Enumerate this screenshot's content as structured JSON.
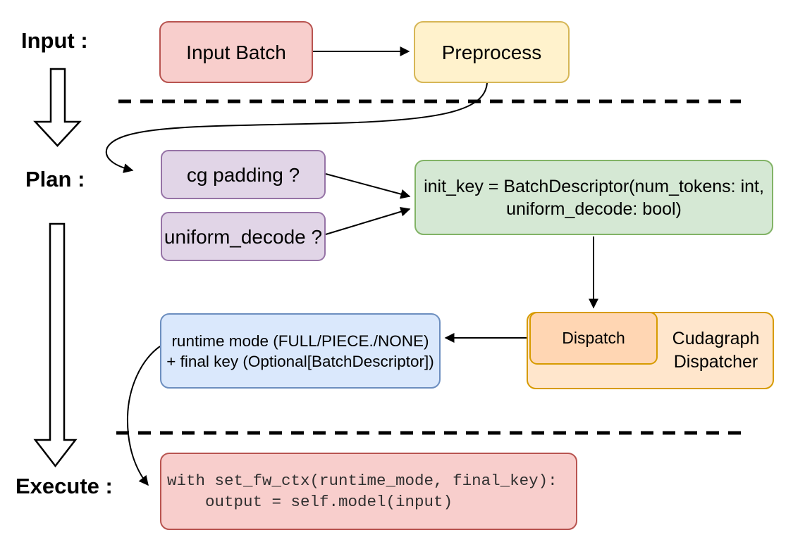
{
  "diagram": {
    "stages": {
      "input_label": "Input :",
      "plan_label": "Plan :",
      "execute_label": "Execute :"
    },
    "nodes": {
      "input_batch": {
        "label": "Input Batch",
        "fill": "#f8cecc",
        "stroke": "#b85450"
      },
      "preprocess": {
        "label": "Preprocess",
        "fill": "#fff2cc",
        "stroke": "#d6b656"
      },
      "cg_padding": {
        "label": "cg padding ?",
        "fill": "#e1d5e7",
        "stroke": "#9673a6"
      },
      "uniform_decode": {
        "label": "uniform_decode ?",
        "fill": "#e1d5e7",
        "stroke": "#9673a6"
      },
      "init_key": {
        "line1": "init_key = BatchDescriptor(num_tokens: int,",
        "line2": "uniform_decode: bool)",
        "fill": "#d5e8d4",
        "stroke": "#82b366"
      },
      "runtime_mode": {
        "line1": "runtime mode (FULL/PIECE./NONE)",
        "line2": "+ final key (Optional[BatchDescriptor])",
        "fill": "#dae8fc",
        "stroke": "#6c8ebf"
      },
      "dispatch": {
        "label": "Dispatch",
        "fill": "#ffd6b3",
        "stroke": "#d79b00"
      },
      "cudagraph_dispatcher": {
        "line1": "Cudagraph",
        "line2": "Dispatcher",
        "fill": "#ffe6cc",
        "stroke": "#d79b00"
      },
      "execute_code": {
        "line1": "with set_fw_ctx(runtime_mode, final_key):",
        "line2": "    output = self.model(input)",
        "fill": "#f8cecc",
        "stroke": "#b85450"
      }
    }
  }
}
